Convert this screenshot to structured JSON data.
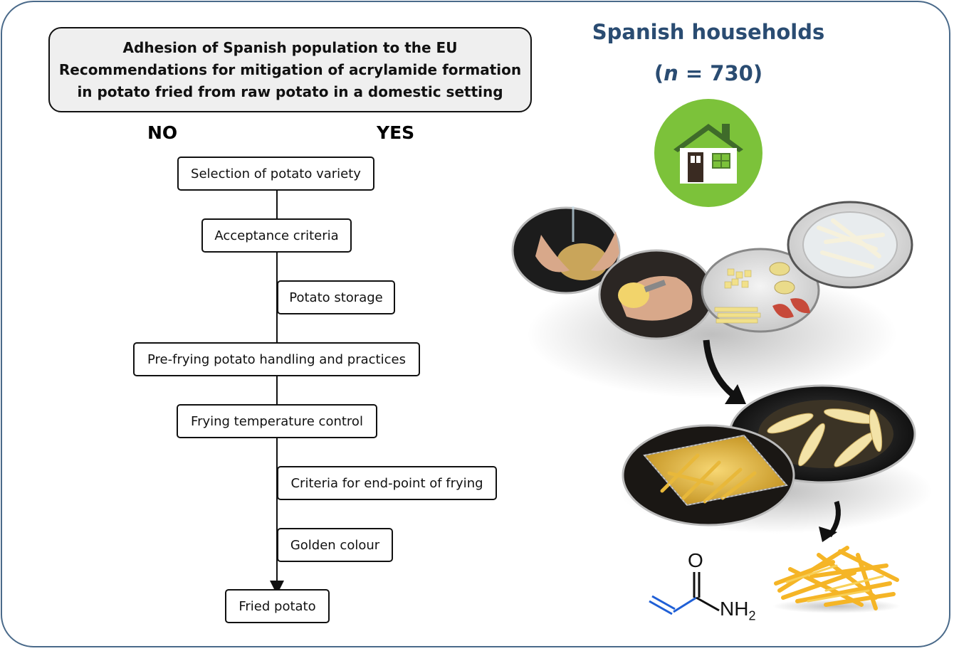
{
  "header": {
    "title_lines": [
      "Adhesion of Spanish population to the EU",
      "Recommendations for mitigation of acrylamide formation",
      "in potato fried from raw potato in a domestic setting"
    ]
  },
  "branches": {
    "no": "NO",
    "yes": "YES"
  },
  "steps": [
    {
      "label": "Selection of potato variety"
    },
    {
      "label": "Acceptance criteria"
    },
    {
      "label": "Potato storage"
    },
    {
      "label": "Pre-frying potato handling and practices"
    },
    {
      "label": "Frying temperature control"
    },
    {
      "label": "Criteria for end-point of frying"
    },
    {
      "label": "Golden colour"
    },
    {
      "label": "Fried potato"
    }
  ],
  "households": {
    "title": "Spanish households",
    "n_symbol": "n",
    "n_text": " = 730",
    "icon": "house-icon"
  },
  "photos": [
    {
      "name": "washing-potato-photo"
    },
    {
      "name": "peeling-potato-photo"
    },
    {
      "name": "cut-potato-photo"
    },
    {
      "name": "soaking-potato-photo"
    },
    {
      "name": "pan-frying-photo"
    },
    {
      "name": "deep-frying-photo"
    },
    {
      "name": "french-fries-photo"
    }
  ],
  "molecule": {
    "name": "acrylamide-structure",
    "oxygen": "O",
    "amine": "NH",
    "amine_sub": "2"
  },
  "colors": {
    "frame": "#4a6a8a",
    "title_blue": "#2a4c72",
    "house_green": "#7cc23a",
    "molecule_blue": "#1f5fd6"
  }
}
